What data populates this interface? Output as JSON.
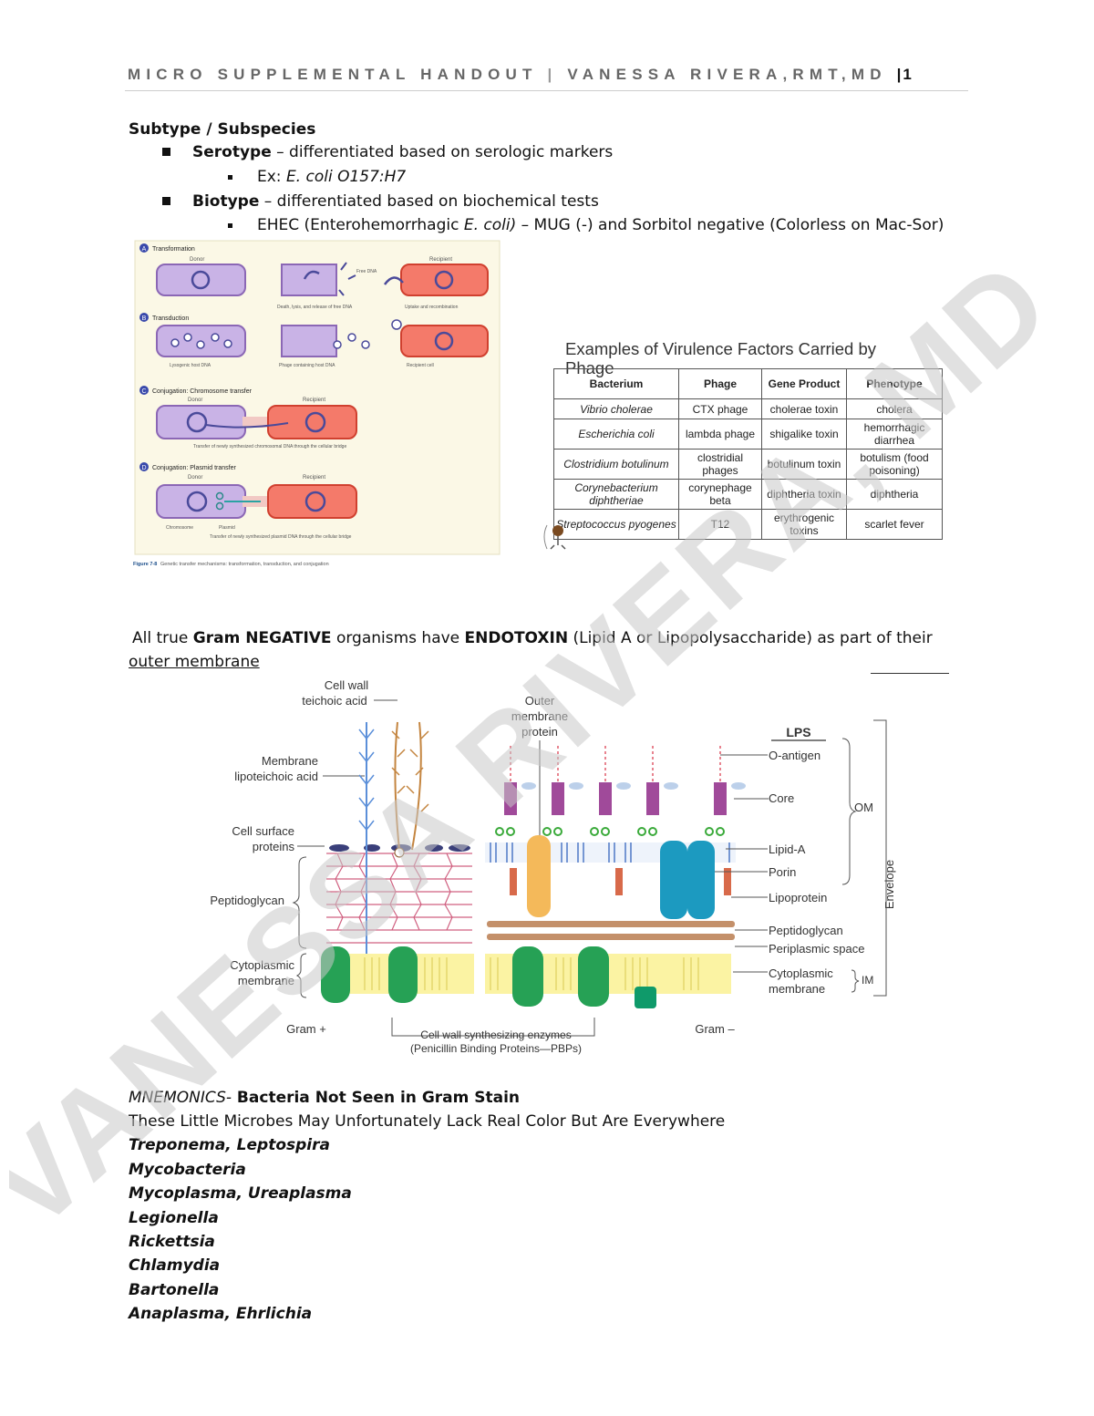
{
  "header": {
    "left": "MICRO SUPPLEMENTAL HANDOUT",
    "separator": "|",
    "right": "VANESSA RIVERA,RMT,MD",
    "page_sep": "|",
    "page": "1"
  },
  "subtype": {
    "heading": "Subtype / Subspecies",
    "serotype_term": "Serotype",
    "serotype_def": " – differentiated based on serologic markers",
    "serotype_ex_prefix": "Ex: ",
    "serotype_ex": "E. coli O157:H7",
    "biotype_term": "Biotype",
    "biotype_def": " – differentiated based on biochemical tests",
    "ehec_a": "EHEC (Enterohemorrhagic ",
    "ehec_b": "E. coli)",
    "ehec_c": " – MUG (-) and Sorbitol negative (Colorless on Mac-Sor)"
  },
  "transfer_figure": {
    "labels": {
      "transformation": "Transformation",
      "transduction": "Transduction",
      "conj_chrom": "Conjugation: Chromosome transfer",
      "conj_plasmid": "Conjugation: Plasmid transfer",
      "donor": "Donor",
      "recipient": "Recipient",
      "free_dna": "Free DNA",
      "death_lysis": "Death, lysis, and release of free DNA",
      "uptake": "Uptake and recombination",
      "lysogenic": "Lysogenic host DNA",
      "recipient_lytic": "Recipient cell",
      "transducing": "Phage containing host DNA",
      "chromosome": "Chromosome",
      "plasmid": "Plasmid",
      "bridge": "Transfer of newly synthesized chromosomal DNA through the cellular bridge",
      "plasmid_bridge": "Transfer of newly synthesized plasmid DNA through the cellular bridge",
      "caption_a": "Figure 7-8",
      "caption_b": "Genetic transfer mechanisms: transformation, transduction, and conjugation"
    },
    "step_nums": [
      "A",
      "B",
      "C",
      "D"
    ]
  },
  "virulence_table": {
    "title": "Examples of Virulence Factors Carried by Phage",
    "headers": [
      "Bacterium",
      "Phage",
      "Gene Product",
      "Phenotype"
    ],
    "rows": [
      [
        "Vibrio cholerae",
        "CTX phage",
        "cholerae toxin",
        "cholera"
      ],
      [
        "Escherichia coli",
        "lambda phage",
        "shigalike toxin",
        "hemorrhagic diarrhea"
      ],
      [
        "Clostridium botulinum",
        "clostridial phages",
        "botulinum toxin",
        "botulism (food poisoning)"
      ],
      [
        "Corynebacterium diphtheriae",
        "corynephage beta",
        "diphtheria toxin",
        "diphtheria"
      ],
      [
        "Streptococcus pyogenes",
        "T12",
        "erythrogenic toxins",
        "scarlet fever"
      ]
    ]
  },
  "endotoxin": {
    "a": "All true ",
    "b": "Gram NEGATIVE",
    "c": " organisms have ",
    "d": "ENDOTOXIN",
    "e": " (Lipid A or Lipopolysaccharide) as part of their",
    "f": "outer membrane"
  },
  "cellwall_figure": {
    "cell_wall_teichoic": [
      "Cell wall",
      "teichoic acid"
    ],
    "membrane_lipoteichoic": [
      "Membrane",
      "lipoteichoic acid"
    ],
    "cell_surface": [
      "Cell surface",
      "proteins"
    ],
    "peptidoglycan_left": "Peptidoglycan",
    "cytoplasmic_left": [
      "Cytoplasmic",
      "membrane"
    ],
    "outer_membrane_protein": [
      "Outer",
      "membrane",
      "protein"
    ],
    "lps": "LPS",
    "o_antigen": "O-antigen",
    "core": "Core",
    "lipid_a": "Lipid-A",
    "porin": "Porin",
    "lipoprotein": "Lipoprotein",
    "peptidoglycan_right": "Peptidoglycan",
    "periplasmic": "Periplasmic space",
    "cytoplasmic_right": [
      "Cytoplasmic",
      "membrane"
    ],
    "om": "OM",
    "im": "IM",
    "envelope": "Envelope",
    "gram_pos": "Gram +",
    "gram_neg": "Gram –",
    "enzymes": [
      "Cell wall synthesizing enzymes",
      "(Penicillin Binding Proteins—PBPs)"
    ]
  },
  "mnemonic": {
    "label_italic": "MNEMONICS-",
    "label_bold": " Bacteria Not Seen in Gram Stain",
    "phrase": "These Little Microbes May Unfortunately Lack Real Color But Are Everywhere",
    "items": [
      "Treponema, Leptospira",
      "Mycobacteria",
      "Mycoplasma, Ureaplasma",
      "Legionella",
      "Rickettsia",
      "Chlamydia",
      "Bartonella",
      "Anaplasma, Ehrlichia"
    ]
  },
  "watermark": {
    "text": "VANESSA RIVERA, MD"
  }
}
